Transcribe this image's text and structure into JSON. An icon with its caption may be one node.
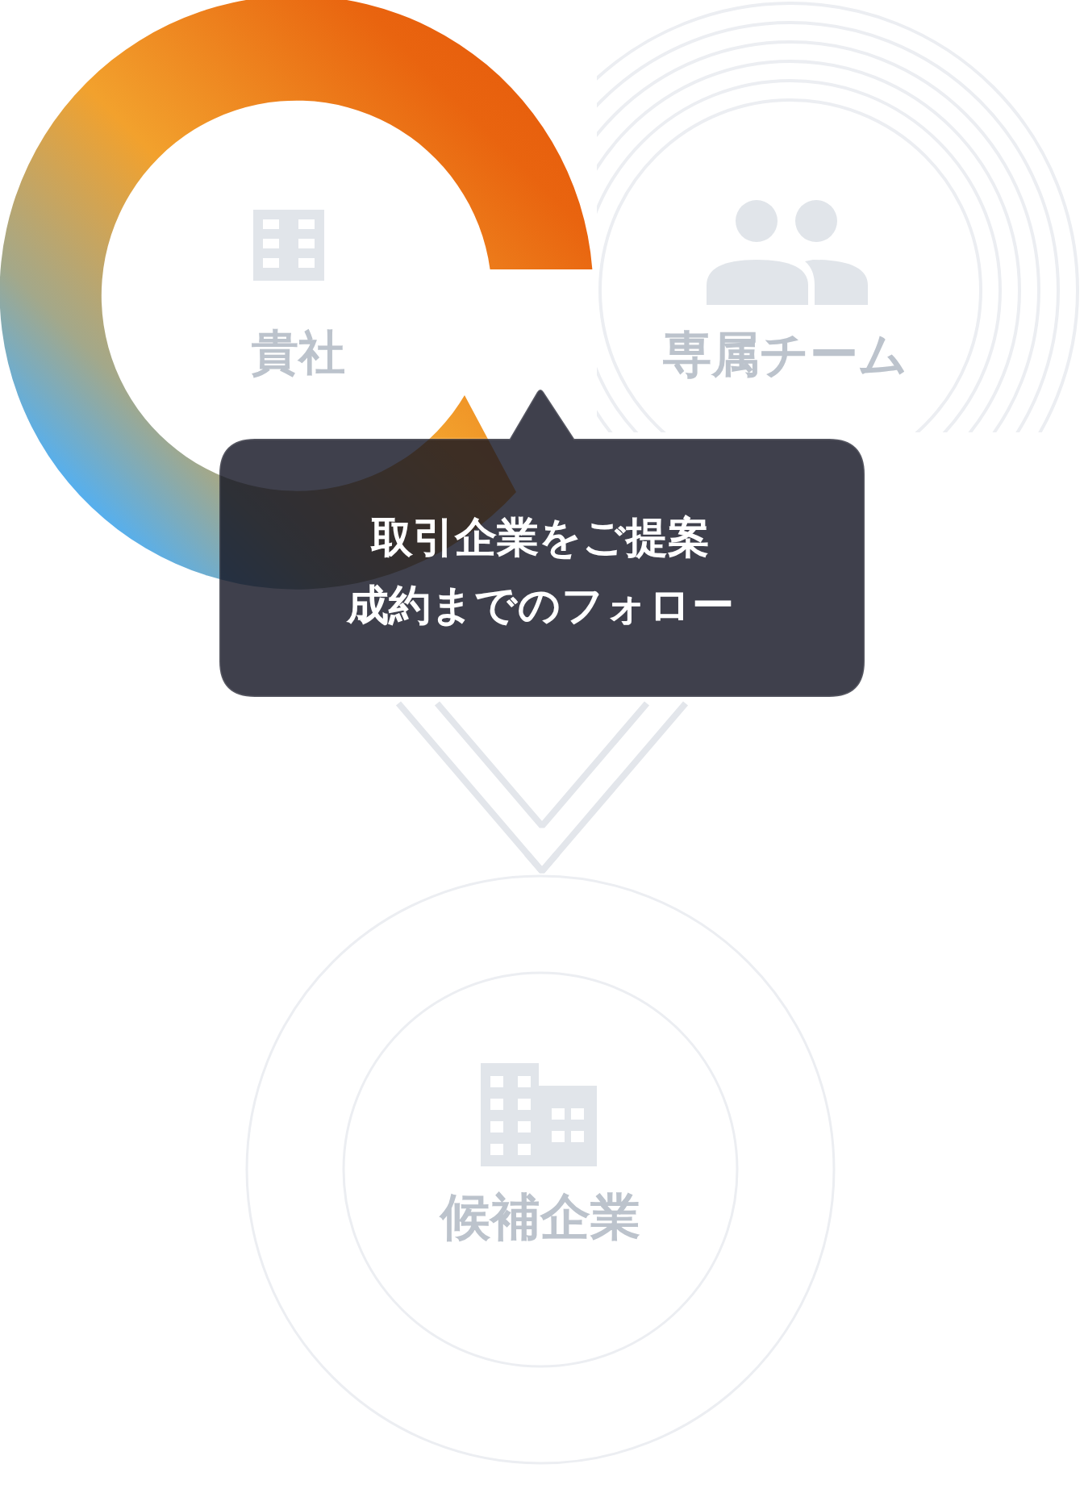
{
  "diagram": {
    "nodes": [
      {
        "text": [
          "貴社"
        ]
      },
      {
        "text": [
          "専属チーム"
        ]
      },
      {
        "text": [
          "取引企業をご提案",
          "成約までのフォロー"
        ]
      },
      {
        "text": [
          "候補企業"
        ]
      }
    ],
    "edges": [
      {
        "from": 2,
        "to": 3,
        "arrow": "to"
      }
    ]
  }
}
